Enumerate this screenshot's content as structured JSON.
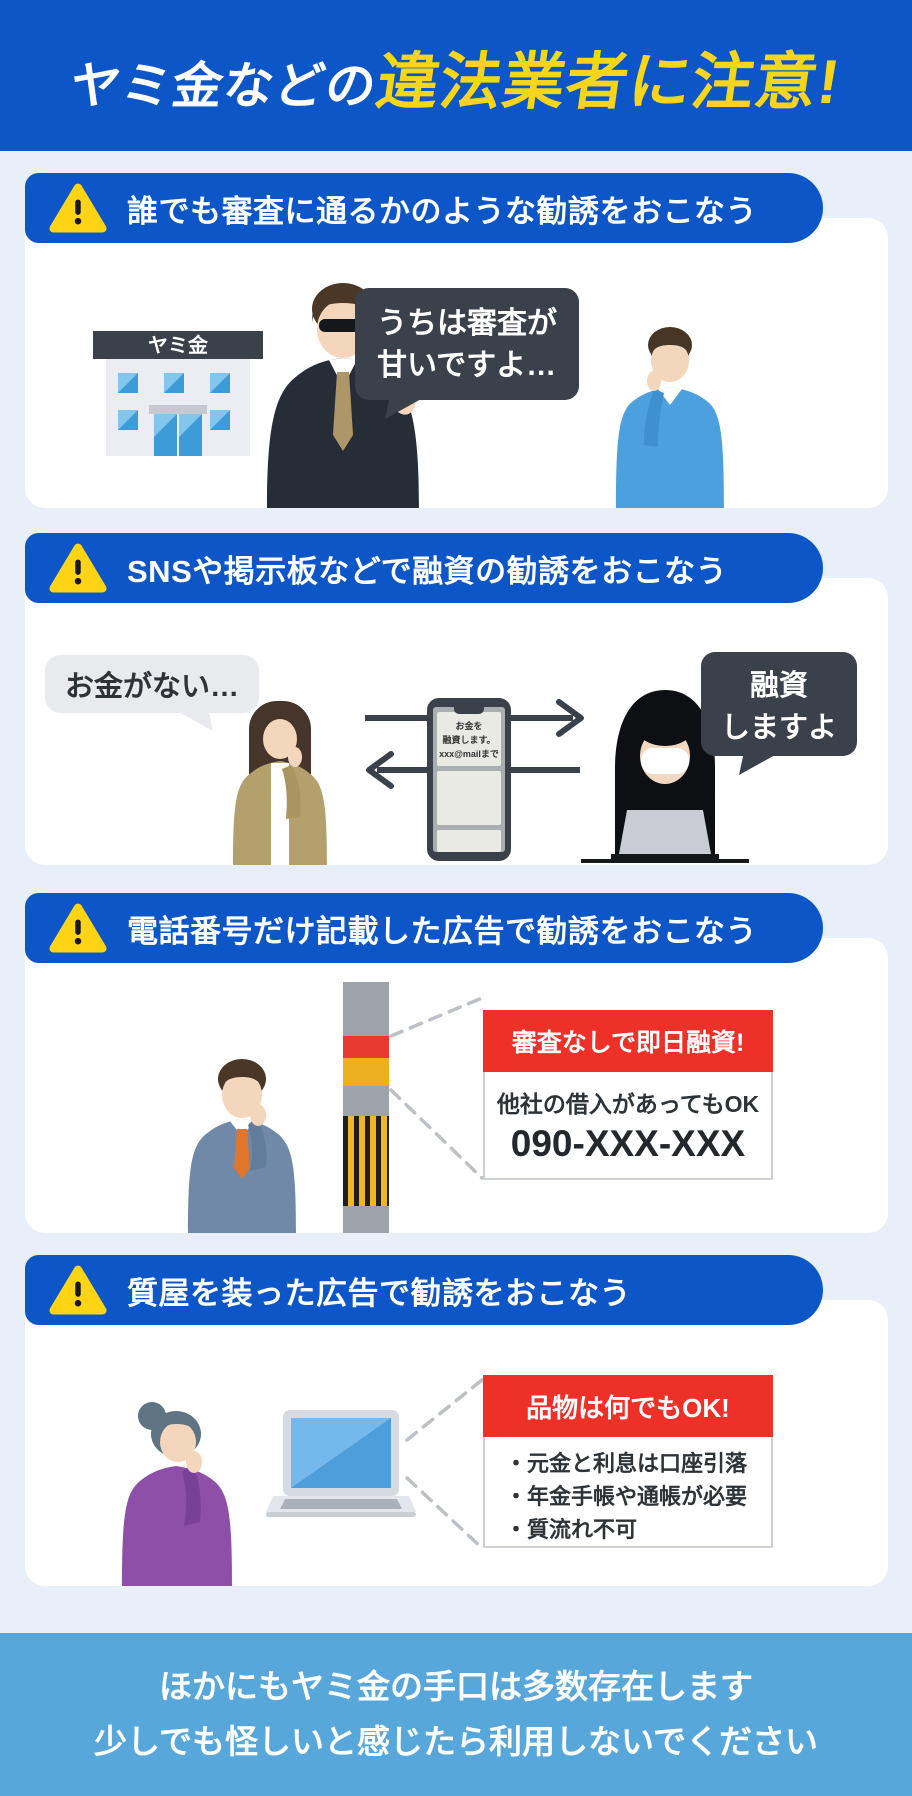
{
  "header": {
    "title_white": "ヤミ金などの",
    "title_yellow": "違法業者に注意!",
    "bg": "#0C56C7",
    "accent_yellow": "#F6D51A"
  },
  "sections": [
    {
      "heading": "誰でも審査に通るかのような勧誘をおこなう",
      "building_sign": "ヤミ金",
      "bubble": {
        "line1": "うちは審査が",
        "line2": "甘いですよ…"
      }
    },
    {
      "heading": "SNSや掲示板などで融資の勧誘をおこなう",
      "victim_bubble": "お金がない…",
      "phone_lines": [
        "お金を",
        "融資します。",
        "xxx@mailまで"
      ],
      "scammer_bubble": {
        "line1": "融資",
        "line2": "しますよ"
      }
    },
    {
      "heading": "電話番号だけ記載した広告で勧誘をおこなう",
      "ad": {
        "title": "審査なしで即日融資!",
        "line": "他社の借入があってもOK",
        "phone": "090-XXX-XXX"
      }
    },
    {
      "heading": "質屋を装った広告で勧誘をおこなう",
      "ad": {
        "title": "品物は何でもOK!",
        "bullets": [
          "・元金と利息は口座引落",
          "・年金手帳や通帳が必要",
          "・質流れ不可"
        ]
      }
    }
  ],
  "footer": {
    "line1": "ほかにもヤミ金の手口は多数存在します",
    "line2": "少しでも怪しいと感じたら利用しないでください",
    "bg": "#58A7DB"
  },
  "colors": {
    "section_blue": "#0C56C7",
    "page_bg": "#E9EFF8",
    "warning_yellow": "#FFD414",
    "bubble_dark": "#3A414B",
    "ad_red": "#EE3128"
  }
}
